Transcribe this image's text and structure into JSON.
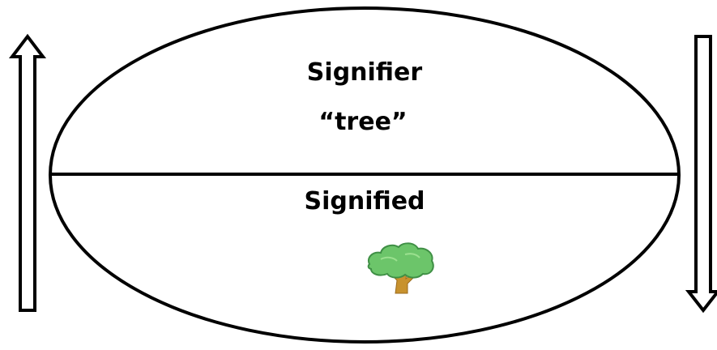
{
  "diagram": {
    "signifier_label": "Signifier",
    "signifier_word": "“tree”",
    "signified_label": "Signified",
    "signified_image": "tree-icon",
    "left_arrow": "up-arrow",
    "right_arrow": "down-arrow"
  },
  "colors": {
    "outline": "#000000",
    "background": "#ffffff",
    "tree_canopy": "#6cc56a",
    "tree_canopy_dark": "#3f8f45",
    "tree_trunk": "#c8922e"
  }
}
